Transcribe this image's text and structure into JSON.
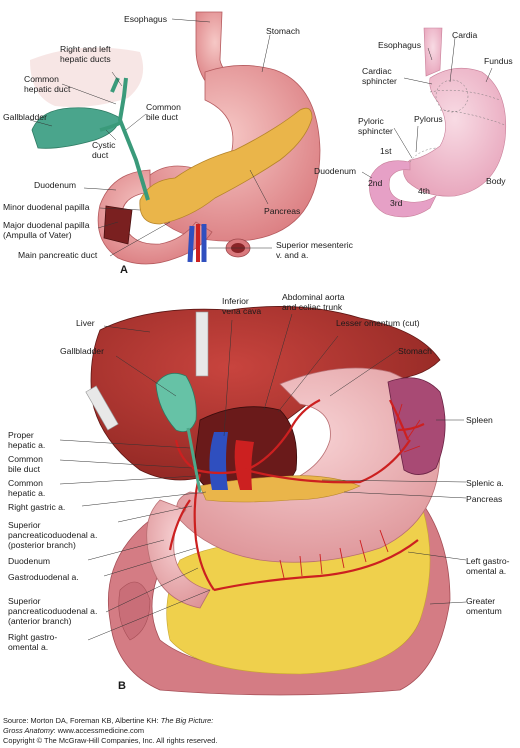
{
  "panel_a": {
    "letter": "A",
    "labels": {
      "esophagus": "Esophagus",
      "stomach": "Stomach",
      "hepatic_ducts": "Right and left\nhepatic ducts",
      "common_hepatic": "Common\nhepatic duct",
      "common_bile": "Common\nbile duct",
      "gallbladder": "Gallbladder",
      "cystic": "Cystic\nduct",
      "duodenum": "Duodenum",
      "pancreas": "Pancreas",
      "minor_papilla": "Minor duodenal papilla",
      "major_papilla": "Major duodenal papilla\n(Ampulla of Vater)",
      "main_duct": "Main pancreatic duct",
      "sup_mesenteric": "Superior mesenteric\nv. and a."
    }
  },
  "inset": {
    "labels": {
      "esophagus": "Esophagus",
      "cardia": "Cardia",
      "cardiac_sphincter": "Cardiac\nsphincter",
      "fundus": "Fundus",
      "pyloric_sphincter": "Pyloric\nsphincter",
      "pylorus": "Pylorus",
      "duodenum": "Duodenum",
      "first": "1st",
      "second": "2nd",
      "third": "3rd",
      "fourth": "4th",
      "body": "Body"
    }
  },
  "panel_b": {
    "letter": "B",
    "labels": {
      "liver": "Liver",
      "ivc": "Inferior\nvena cava",
      "aorta": "Abdominal aorta\nand celiac trunk",
      "lesser_omentum": "Lesser omentum (cut)",
      "gallbladder": "Gallbladder",
      "stomach": "Stomach",
      "spleen": "Spleen",
      "proper_hepatic": "Proper\nhepatic a.",
      "common_bile": "Common\nbile duct",
      "common_hepatic": "Common\nhepatic a.",
      "right_gastric": "Right gastric a.",
      "splenic": "Splenic a.",
      "pancreas": "Pancreas",
      "sup_pd_post": "Superior\npancreaticoduodenal a.\n(posterior branch)",
      "duodenum": "Duodenum",
      "left_gastro": "Left gastro-\nomental a.",
      "gastroduodenal": "Gastroduodenal a.",
      "greater_omentum": "Greater\nomentum",
      "sup_pd_ant": "Superior\npancreaticoduodenal a.\n(anterior branch)",
      "right_gastro": "Right gastro-\nomental a."
    }
  },
  "credit": {
    "source_prefix": "Source: Morton DA, Foreman KB, Albertine KH: ",
    "book_title_1": "The Big Picture:",
    "book_title_2": "Gross Anatomy",
    "source_url": ": www.accessmedicine.com",
    "copyright": "Copyright © The McGraw-Hill Companies, Inc. All rights reserved."
  },
  "colors": {
    "stomach": "#e8a0a2",
    "liver": "#a8322e",
    "gallbladder": "#5cb89c",
    "pancreas": "#e9b94a",
    "omentum": "#f0d24a",
    "artery": "#cc2020",
    "vein": "#2f4fbf"
  }
}
